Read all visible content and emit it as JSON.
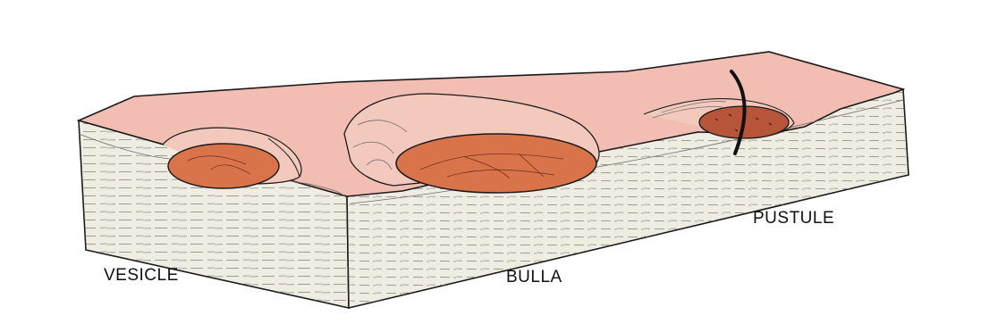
{
  "labels": {
    "vesicle": "VESICLE",
    "bulla": "BULLA",
    "pustule": "PUSTULE"
  },
  "colors": {
    "background": "#ffffff",
    "skin_surface": "#f2bdb2",
    "dermis_side": "#efece2",
    "lesion_fill": "#d9734a",
    "pustule_fill": "#b7553a",
    "outline": "#1a1a1a"
  }
}
